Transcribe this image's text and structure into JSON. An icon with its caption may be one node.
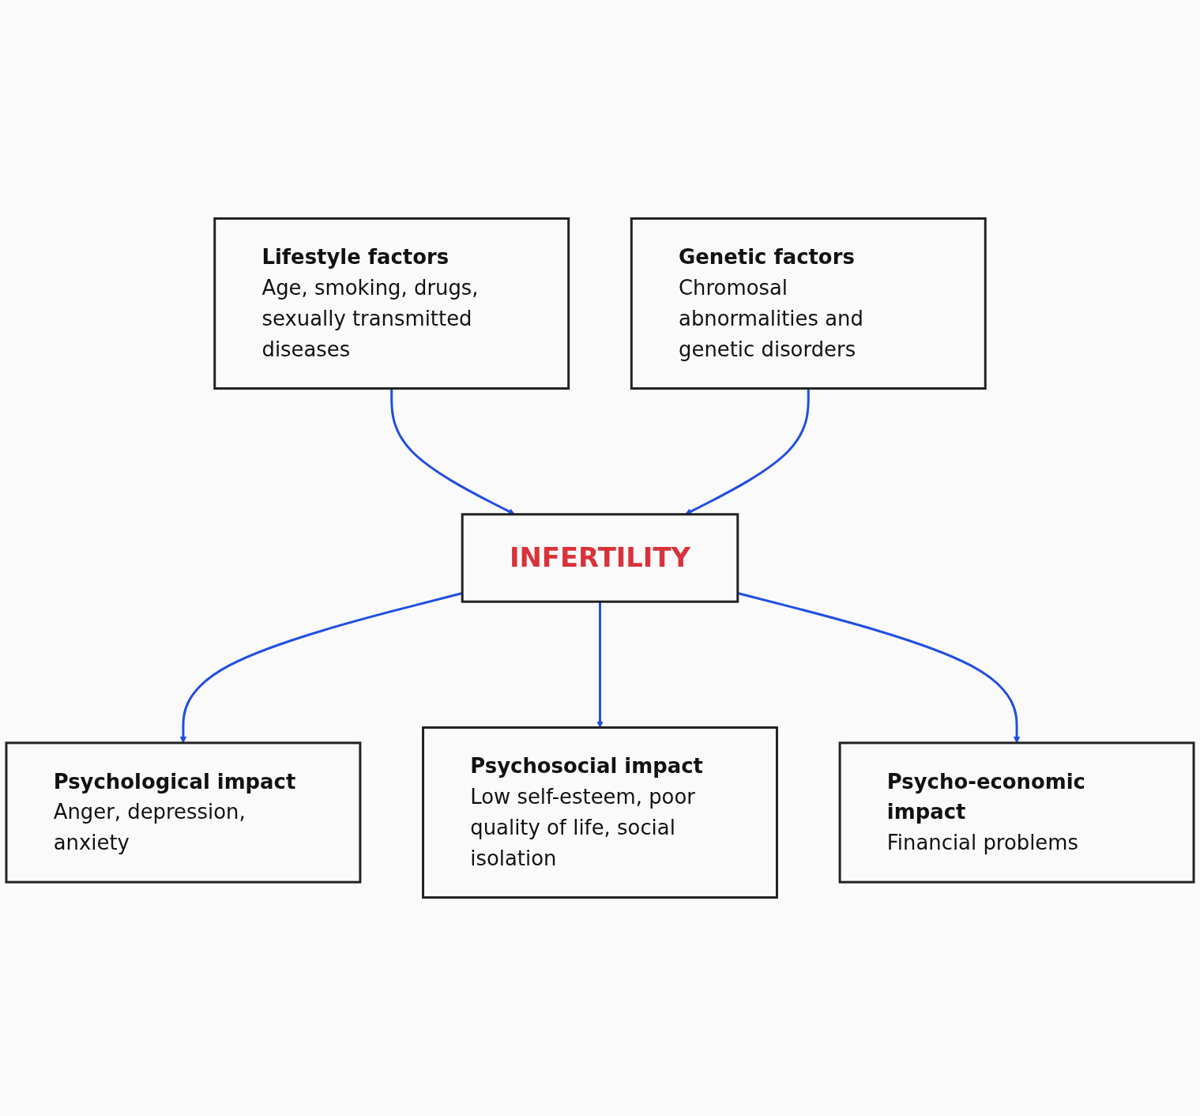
{
  "diagram": {
    "nodes": [
      {
        "text": [
          "Lifestyle factors",
          "Age, smoking, drugs, sexually transmitted diseases"
        ]
      },
      {
        "text": [
          "Genetic factors",
          "Chromosal abnormalities and genetic disorders"
        ]
      },
      {
        "text": [
          "INFERTILITY"
        ]
      },
      {
        "text": [
          "Psychological impact",
          "Anger, depression, anxiety"
        ]
      },
      {
        "text": [
          "Psychosocial impact",
          "Low self-esteem, poor quality of life, social isolation"
        ]
      },
      {
        "text": [
          "Psycho-economic impact",
          "Financial problems"
        ]
      }
    ],
    "edges": [
      {
        "from": 0,
        "to": 2,
        "arrow": "to"
      },
      {
        "from": 1,
        "to": 2,
        "arrow": "to"
      },
      {
        "from": 2,
        "to": 3,
        "arrow": "to"
      },
      {
        "from": 2,
        "to": 4,
        "arrow": "to"
      },
      {
        "from": 2,
        "to": 5,
        "arrow": "to"
      }
    ]
  }
}
